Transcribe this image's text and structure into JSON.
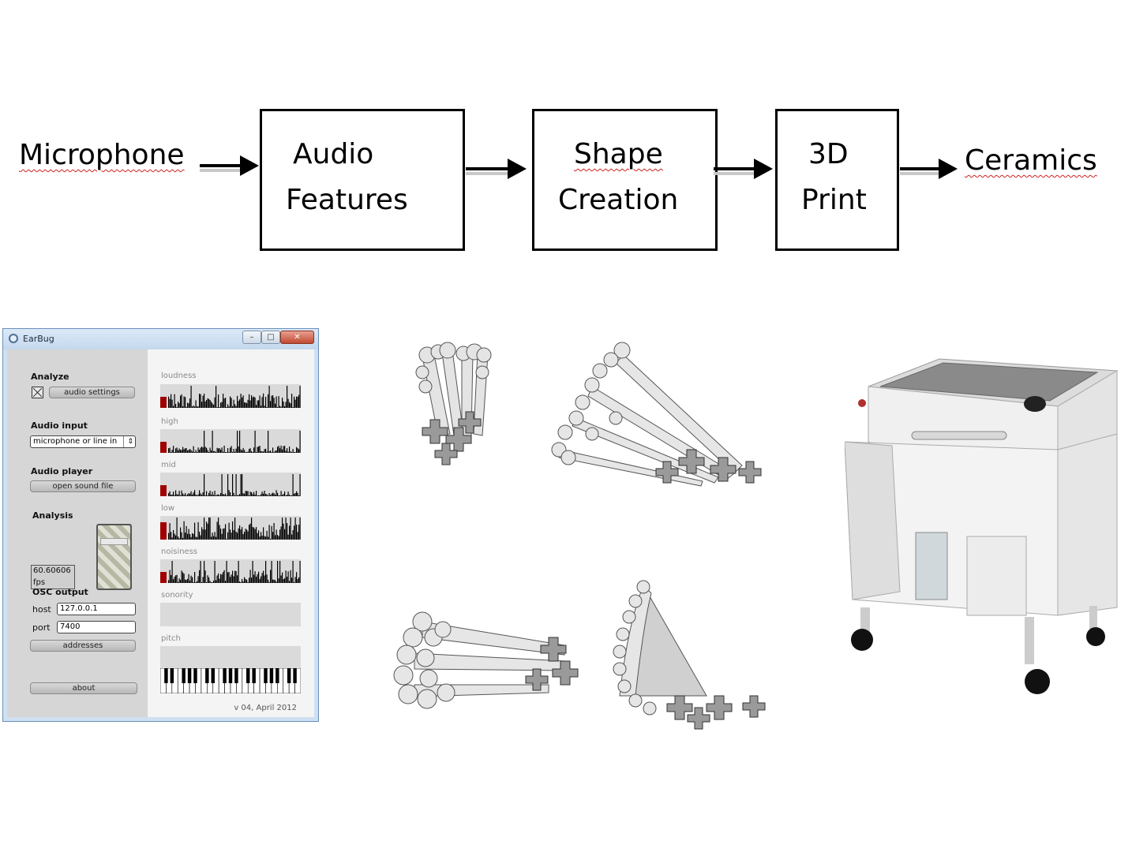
{
  "flow": {
    "source": "Microphone",
    "boxes": [
      {
        "line1": "Audio",
        "line2": "Features"
      },
      {
        "line1": "Shape",
        "line2": "Creation"
      },
      {
        "line1": "3D",
        "line2": "Print"
      }
    ],
    "sink": "Ceramics"
  },
  "earbug": {
    "window_title": "EarBug",
    "analyze_label": "Analyze",
    "audio_settings": "audio settings",
    "audio_input_label": "Audio input",
    "audio_input_value": "microphone or line in",
    "audio_player_label": "Audio player",
    "open_sound_file": "open sound file",
    "analysis_label": "Analysis",
    "fps_value": "60.60606",
    "fps_unit": "fps",
    "osc_label": "OSC output",
    "host_label": "host",
    "host_value": "127.0.0.1",
    "port_label": "port",
    "port_value": "7400",
    "addresses": "addresses",
    "about": "about",
    "version": "v 04, April 2012",
    "channels": [
      "loudness",
      "high",
      "mid",
      "low",
      "noisiness",
      "sonority",
      "pitch"
    ],
    "colors": {
      "level": "#a00000",
      "bars": "#000000"
    }
  },
  "shape_names": [
    "shape-1-icon",
    "shape-2-icon",
    "shape-3-icon",
    "shape-4-icon",
    "3d-printer-icon"
  ]
}
